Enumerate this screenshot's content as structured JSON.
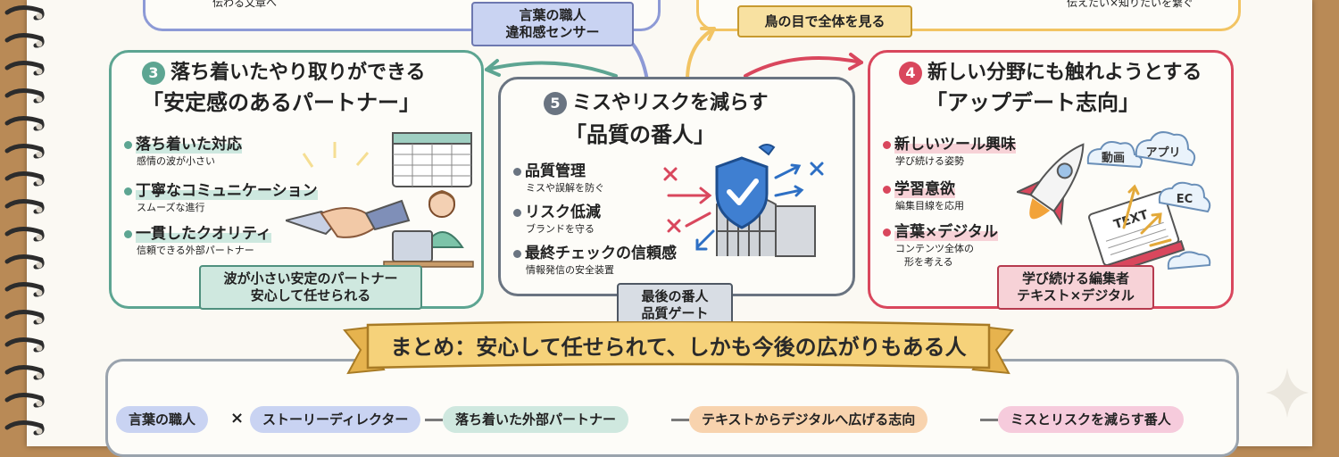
{
  "top": {
    "left_fragment": "伝わる文章へ",
    "right_fragment": "伝えたい×知りたいを繋ぐ",
    "tag_center": {
      "line1": "言葉の職人",
      "line2": "違和感センサー"
    },
    "tag_right": "鳥の目で全体を見る"
  },
  "card3": {
    "number": "3",
    "title1": "落ち着いたやり取りができる",
    "title2": "「安定感のあるパートナー」",
    "items": [
      {
        "head": "落ち着いた対応",
        "sub": "感情の波が小さい"
      },
      {
        "head": "丁寧なコミュニケーション",
        "sub": "スムーズな進行"
      },
      {
        "head": "一貫したクオリティ",
        "sub": "信頼できる外部パートナー"
      }
    ],
    "tag": {
      "line1": "波が小さい安定のパートナー",
      "line2": "安心して任せられる"
    }
  },
  "card5": {
    "number": "5",
    "title1": "ミスやリスクを減らす",
    "title2": "「品質の番人」",
    "items": [
      {
        "head": "品質管理",
        "sub": "ミスや誤解を防ぐ"
      },
      {
        "head": "リスク低減",
        "sub": "ブランドを守る"
      },
      {
        "head": "最終チェックの信頼感",
        "sub": "情報発信の安全装置"
      }
    ],
    "tag": {
      "line1": "最後の番人",
      "line2": "品質ゲート"
    }
  },
  "card4": {
    "number": "4",
    "title1": "新しい分野にも触れようとする",
    "title2": "「アップデート志向」",
    "items": [
      {
        "head": "新しいツール興味",
        "sub": "学び続ける姿勢"
      },
      {
        "head": "学習意欲",
        "sub": "編集目線を応用"
      },
      {
        "head": "言葉×デジタル",
        "sub": "コンテンツ全体の",
        "sub2": "形を考える"
      }
    ],
    "clouds": [
      "動画",
      "アプリ",
      "EC"
    ],
    "book_label": "TEXT",
    "tag": {
      "line1": "学び続ける編集者",
      "line2": "テキスト×デジタル"
    }
  },
  "summary": {
    "banner": "まとめ：安心して任せられて、しかも今後の広がりもある人",
    "pills": [
      "言葉の職人",
      "ストーリーディレクター",
      "落ち着いた外部パートナー",
      "テキストからデジタルへ広げる志向",
      "ミスとリスクを減らす番人"
    ],
    "separator": "×"
  },
  "colors": {
    "green": "#5da592",
    "gray": "#6a7481",
    "red": "#d9475d",
    "yellow": "#f2c463",
    "blue": "#8d9ad6",
    "pill_blue": "#c9d3f2",
    "pill_green": "#cfe8df",
    "pill_orange": "#f8d3ae",
    "pill_pink": "#f6cbdc"
  }
}
